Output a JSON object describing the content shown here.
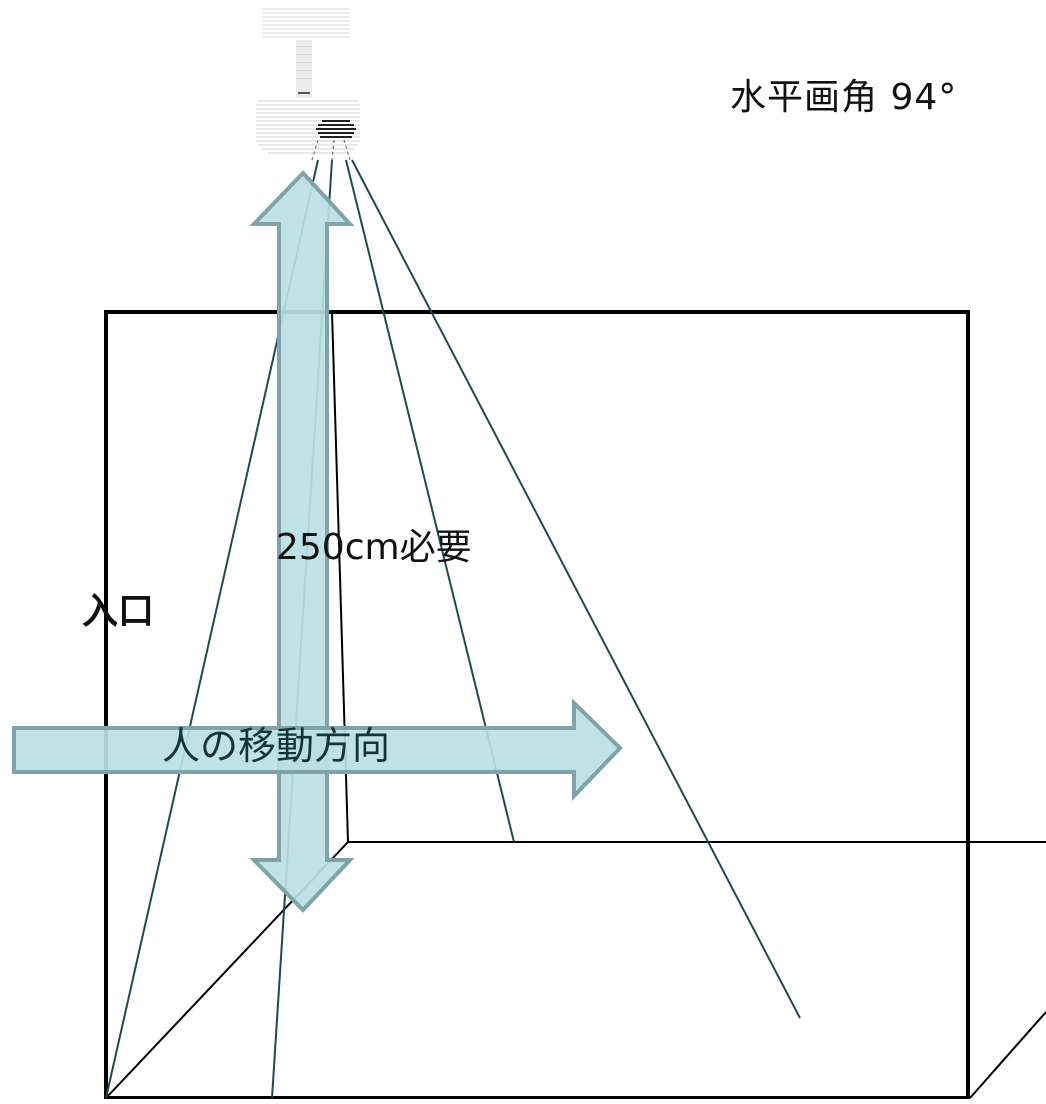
{
  "title": "水平画角 94°",
  "height_note": "250cm必要",
  "entrance": "入口",
  "movement": "人の移動方向",
  "colors": {
    "arrow_fill": "#b9dfe3",
    "arrow_stroke": "#7fa3a8",
    "view_line": "#1f4a52",
    "room_line": "#000000",
    "camera": "#d8d8d8"
  },
  "icons": {
    "camera": "ceiling-camera-icon"
  }
}
